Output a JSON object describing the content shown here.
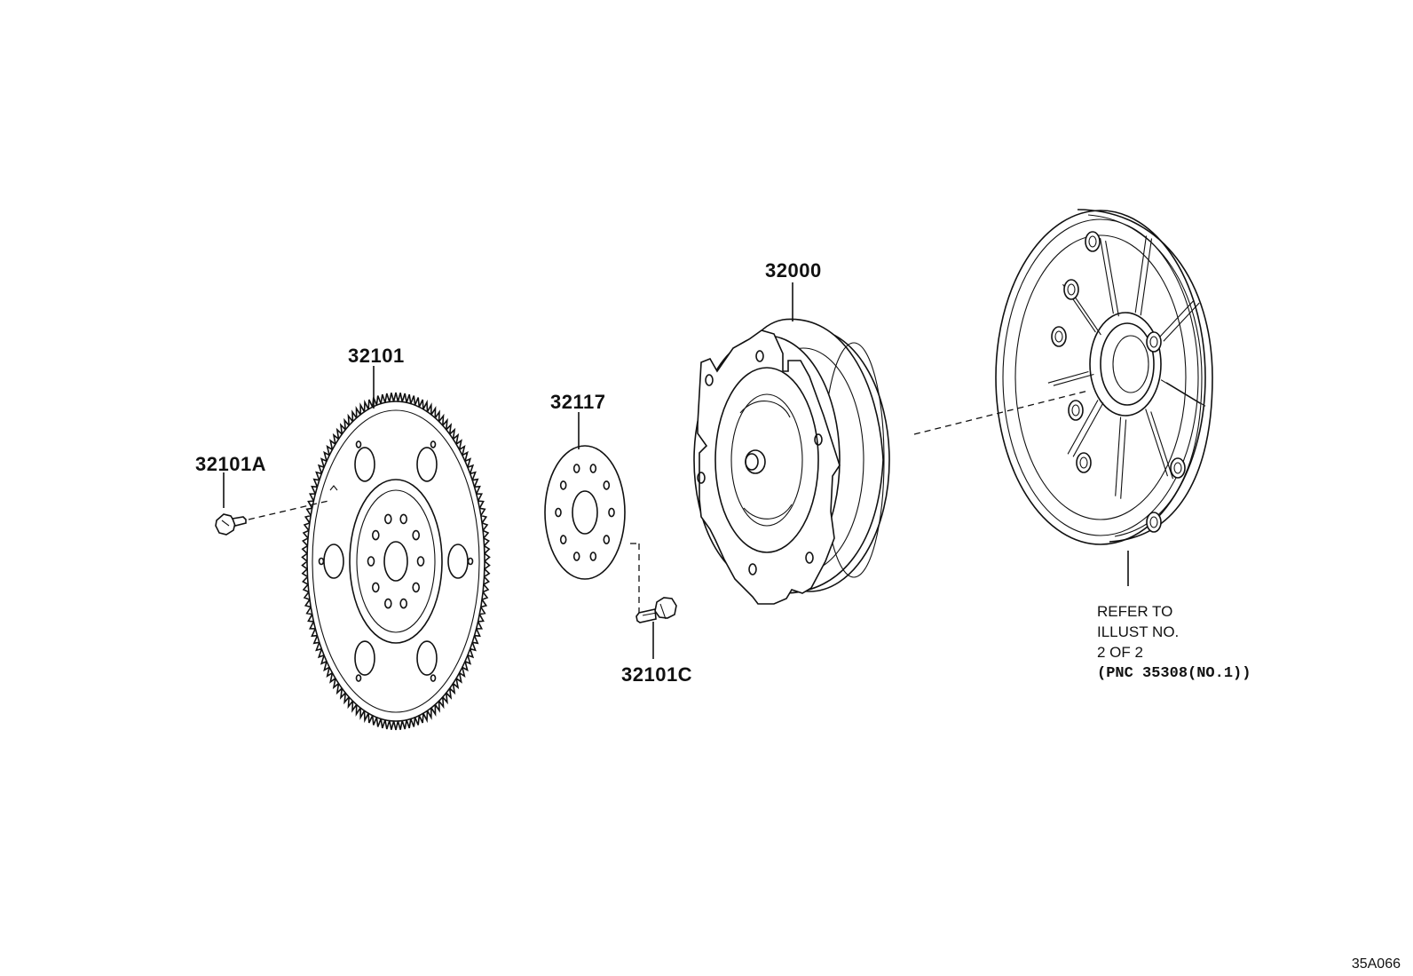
{
  "diagram": {
    "parts": {
      "flywheel": "32101",
      "flywheel_bolt": "32101A",
      "spacer": "32117",
      "converter_bolt": "32101C",
      "torque_converter": "32000"
    },
    "reference_note": {
      "line1": "REFER TO",
      "line2": "ILLUST NO.",
      "line3": "2 OF 2",
      "line4": "(PNC 35308(NO.1))"
    },
    "figure_id": "35A066"
  }
}
